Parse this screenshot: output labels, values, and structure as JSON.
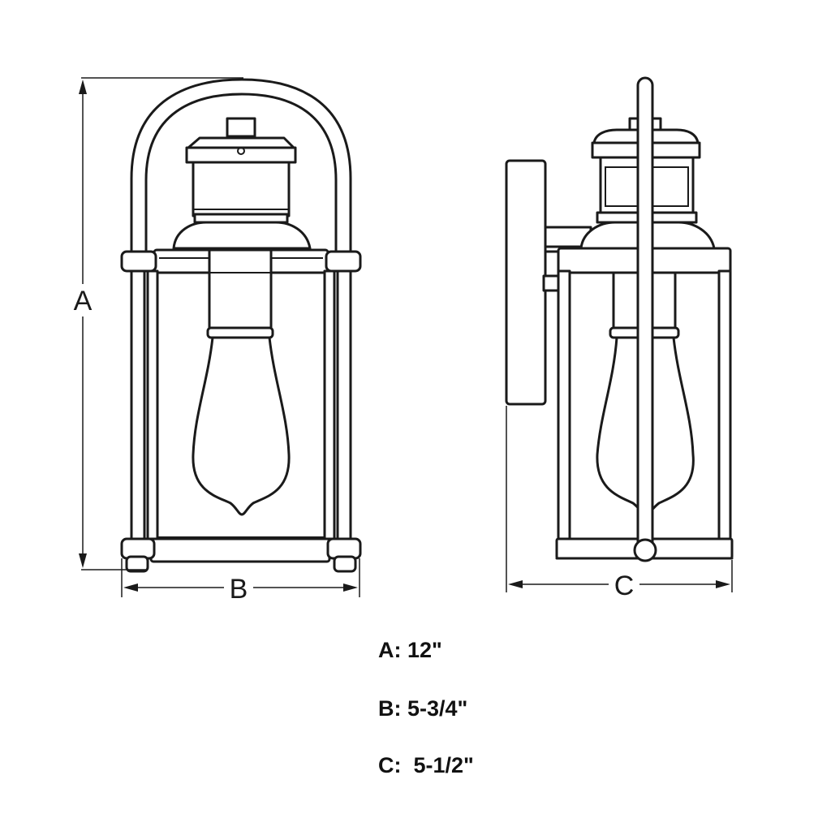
{
  "dimension_labels": {
    "a": "A",
    "b": "B",
    "c": "C"
  },
  "specs": [
    {
      "key": "A",
      "text": "A: 12\""
    },
    {
      "key": "B",
      "text": "B: 5-3/4\""
    },
    {
      "key": "C",
      "text": "C:  5-1/2\""
    }
  ],
  "colors": {
    "line": "#1a1a1a",
    "background": "#ffffff"
  }
}
